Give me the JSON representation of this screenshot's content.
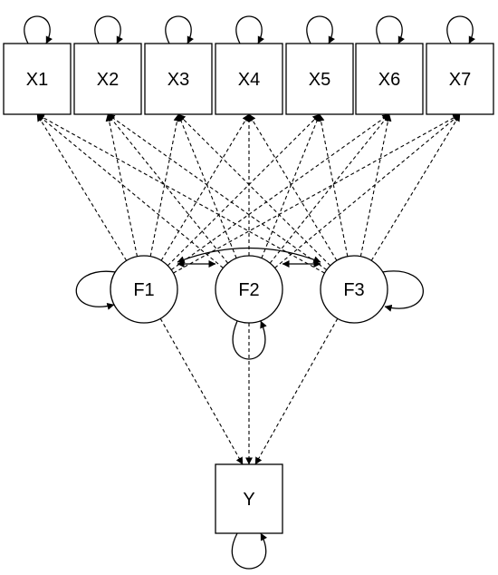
{
  "indicators": [
    {
      "id": "X1",
      "label": "X1"
    },
    {
      "id": "X2",
      "label": "X2"
    },
    {
      "id": "X3",
      "label": "X3"
    },
    {
      "id": "X4",
      "label": "X4"
    },
    {
      "id": "X5",
      "label": "X5"
    },
    {
      "id": "X6",
      "label": "X6"
    },
    {
      "id": "X7",
      "label": "X7"
    }
  ],
  "factors": [
    {
      "id": "F1",
      "label": "F1"
    },
    {
      "id": "F2",
      "label": "F2"
    },
    {
      "id": "F3",
      "label": "F3"
    }
  ],
  "outcome": {
    "id": "Y",
    "label": "Y"
  },
  "loadings": [
    [
      "F1",
      "X1"
    ],
    [
      "F1",
      "X2"
    ],
    [
      "F1",
      "X3"
    ],
    [
      "F1",
      "X4"
    ],
    [
      "F1",
      "X5"
    ],
    [
      "F1",
      "X6"
    ],
    [
      "F1",
      "X7"
    ],
    [
      "F2",
      "X1"
    ],
    [
      "F2",
      "X2"
    ],
    [
      "F2",
      "X3"
    ],
    [
      "F2",
      "X4"
    ],
    [
      "F2",
      "X5"
    ],
    [
      "F2",
      "X6"
    ],
    [
      "F2",
      "X7"
    ],
    [
      "F3",
      "X1"
    ],
    [
      "F3",
      "X2"
    ],
    [
      "F3",
      "X3"
    ],
    [
      "F3",
      "X4"
    ],
    [
      "F3",
      "X5"
    ],
    [
      "F3",
      "X6"
    ],
    [
      "F3",
      "X7"
    ]
  ],
  "regressions": [
    [
      "F1",
      "Y"
    ],
    [
      "F2",
      "Y"
    ],
    [
      "F3",
      "Y"
    ]
  ],
  "covariances": [
    [
      "F1",
      "F2"
    ],
    [
      "F2",
      "F3"
    ],
    [
      "F1",
      "F3"
    ]
  ]
}
